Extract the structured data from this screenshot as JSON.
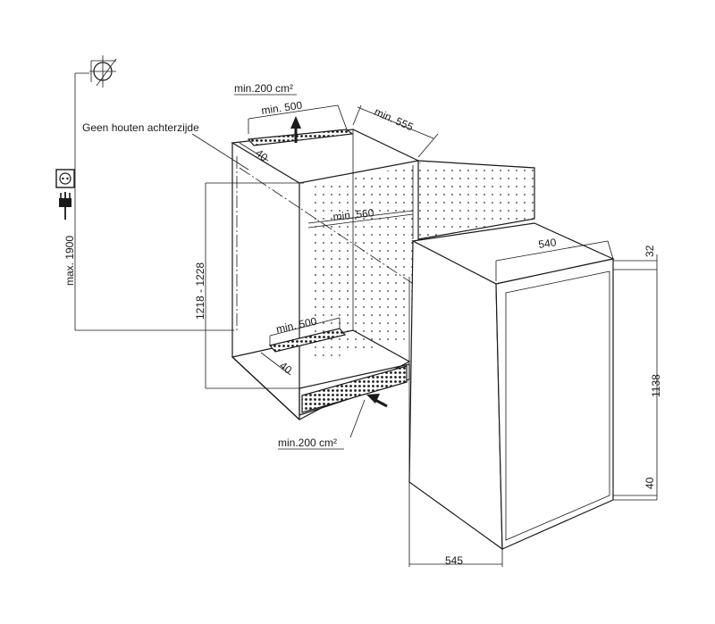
{
  "labels": {
    "vent_top_area": "min.200 cm²",
    "vent_top_width": "min. 500",
    "top_gap": "40",
    "niche_depth": "min. 555",
    "no_wood_back": "Geen houten achterzijde",
    "max_height": "max. 1900",
    "niche_height": "1218 - 1228",
    "niche_width": "min. 560",
    "vent_bottom_width": "min. 500",
    "bottom_gap": "40",
    "vent_bottom_area": "min.200 cm²",
    "appliance_width": "540",
    "top_offset": "32",
    "appliance_height": "1138",
    "bottom_offset": "40",
    "appliance_depth": "545"
  },
  "icons": [
    "ground-terminal-icon",
    "power-socket-icon",
    "power-plug-icon"
  ],
  "colors": {
    "line": "#1a1a1a",
    "background": "#ffffff"
  }
}
